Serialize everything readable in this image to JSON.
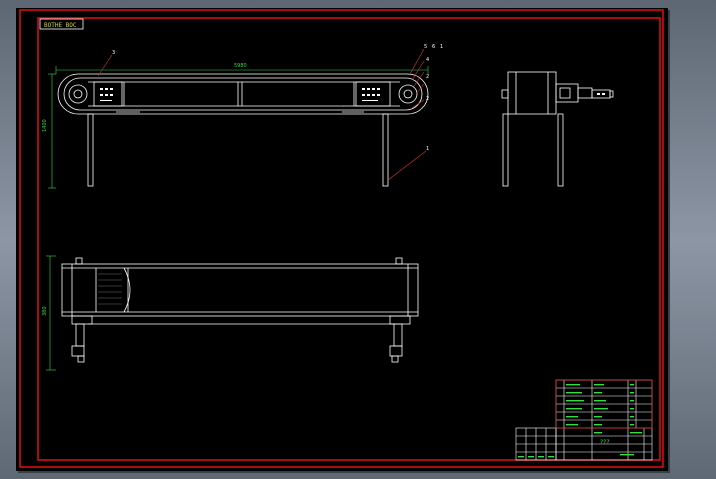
{
  "sheet": {
    "title_tag": "BOTHE BOC",
    "colors": {
      "frame": "#e01010",
      "line": "#ffffff",
      "dim": "#33dd44",
      "leader": "#e03030",
      "table_text": "#30e040",
      "table_hi": "#c9d63b"
    }
  },
  "front_view": {
    "dim_length": "5980",
    "dim_height": "1400",
    "callouts": [
      "3",
      "5",
      "6",
      "1",
      "4",
      "2",
      "2",
      "1"
    ]
  },
  "plan_view": {
    "dim_width": "380"
  },
  "title_block": {
    "drawing_name": "???"
  }
}
